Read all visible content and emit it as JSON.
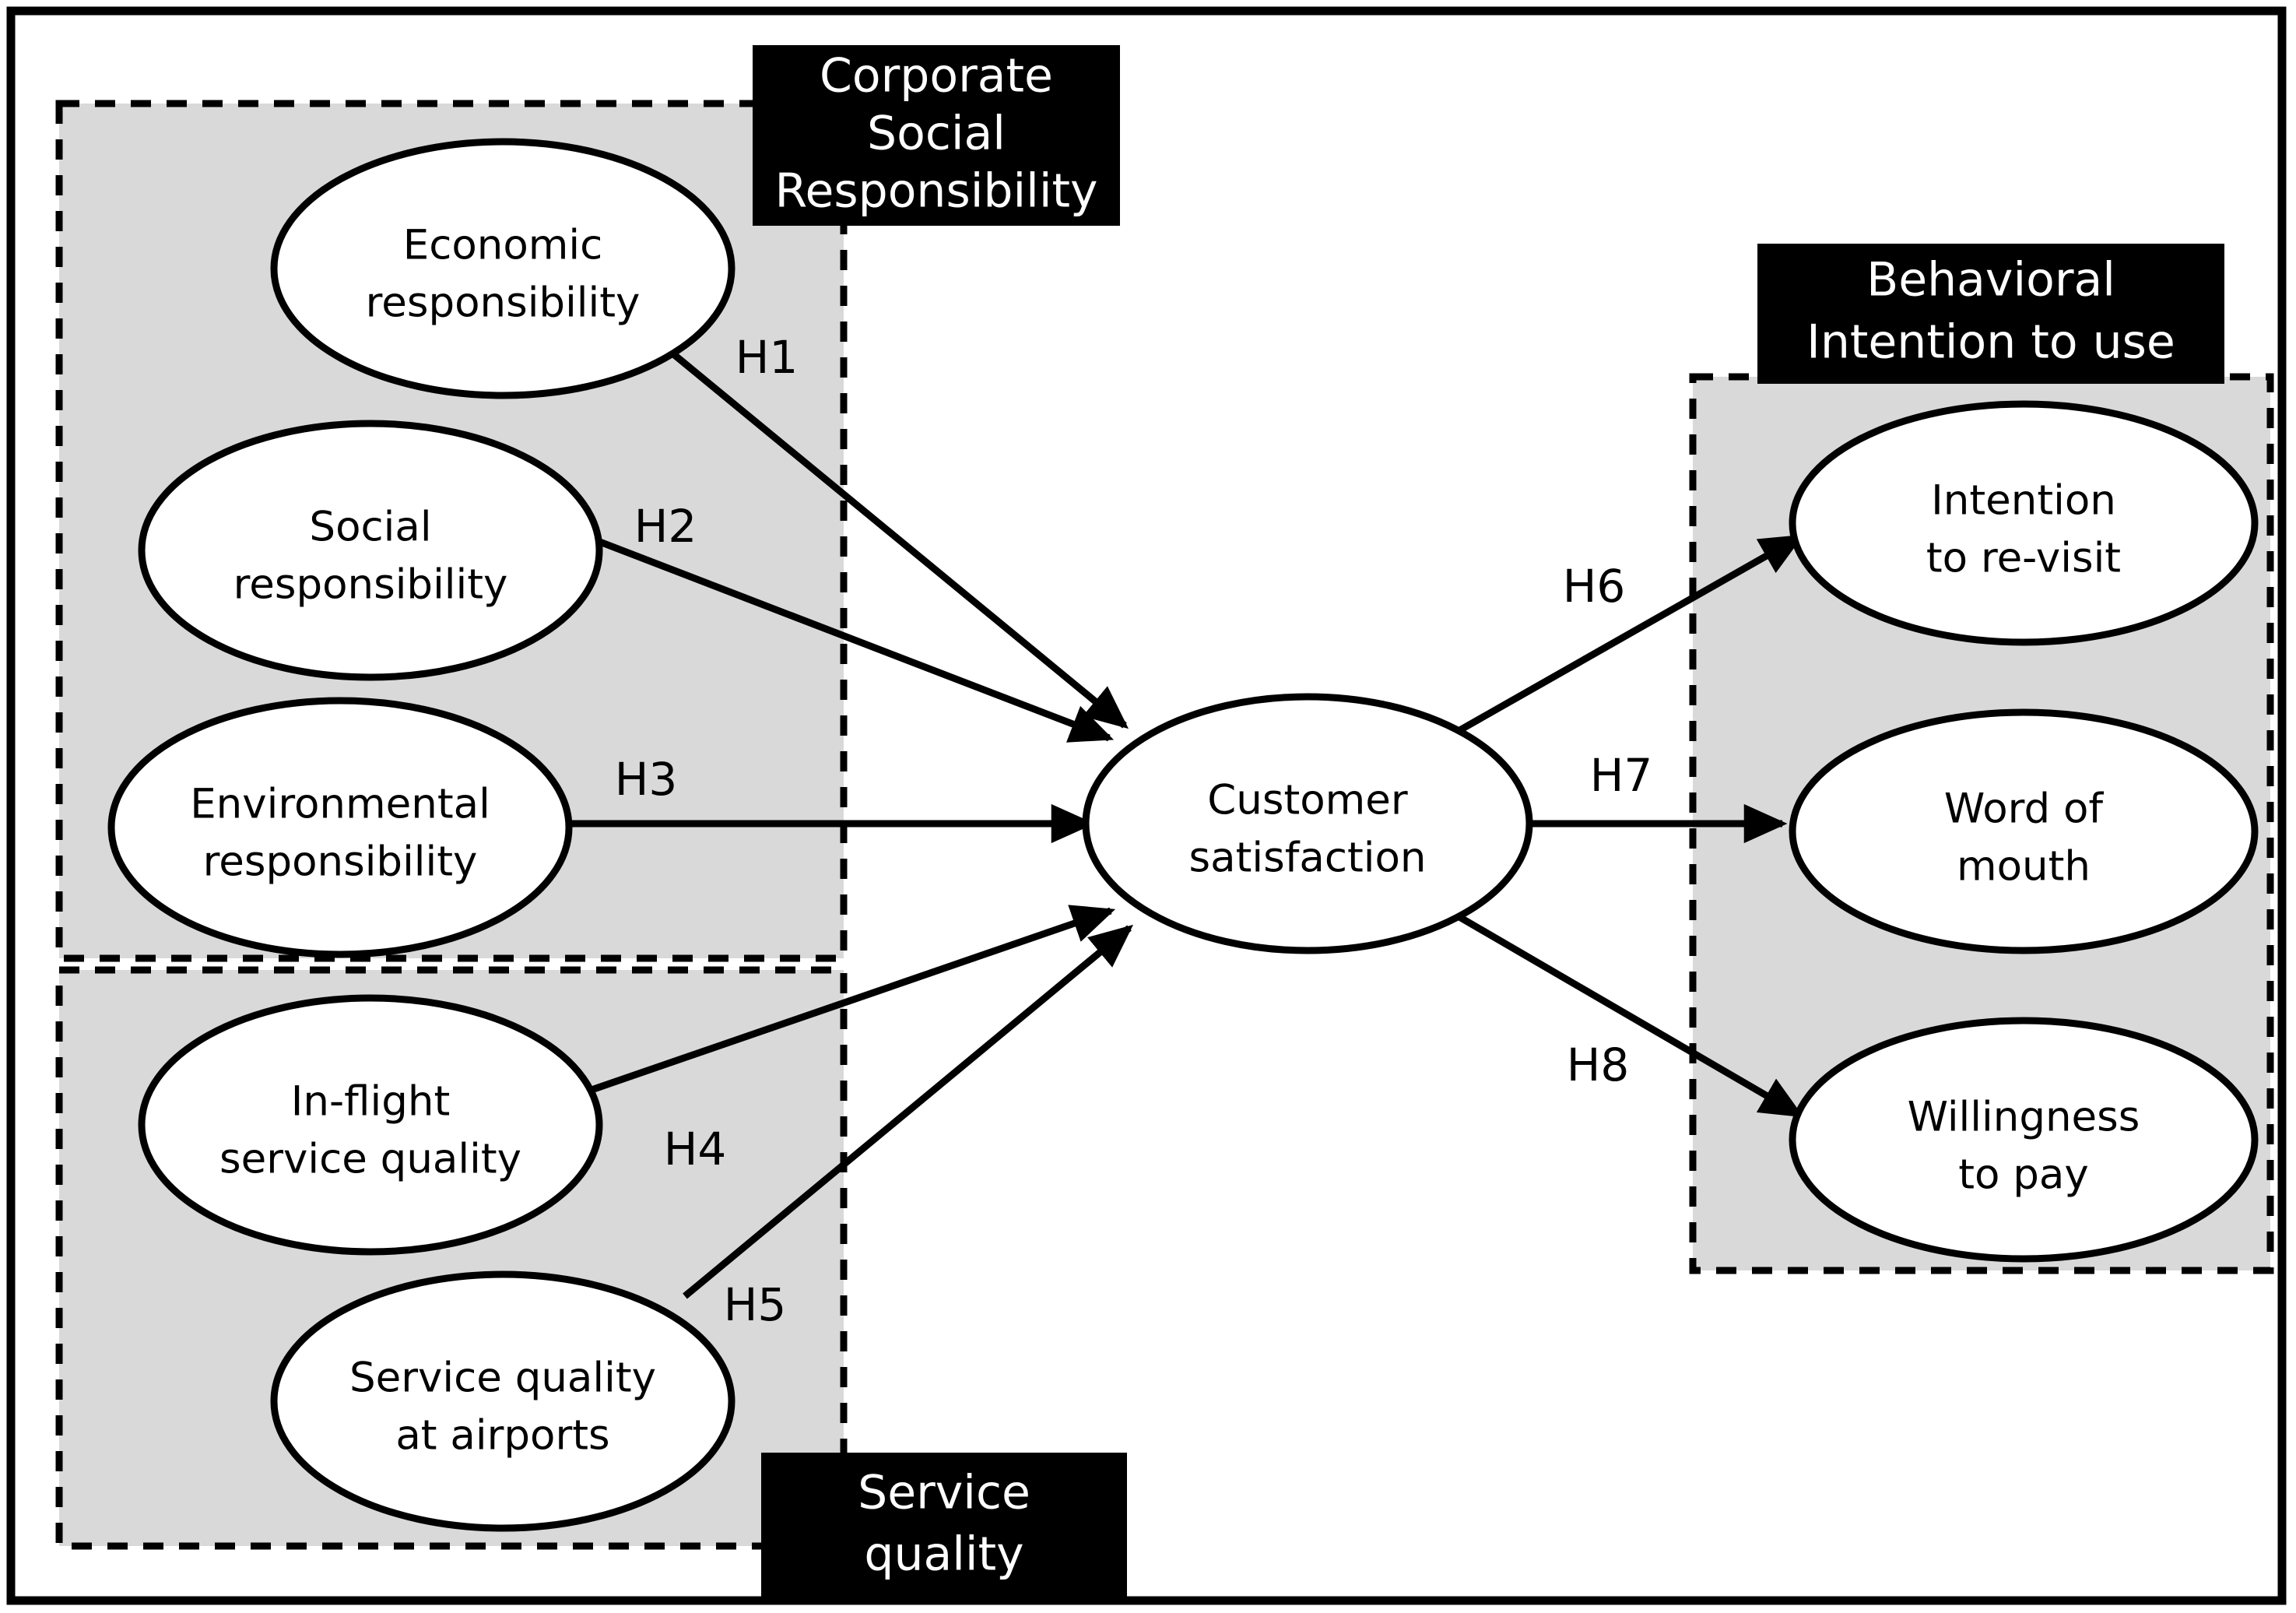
{
  "figure": {
    "type": "research-model-diagram",
    "outer_frame": true,
    "background_color": "#ffffff",
    "panel_fill_color": "#d9d9d9",
    "header_fill_color": "#000000",
    "header_text_color": "#ffffff",
    "stroke_color": "#000000"
  },
  "groups": [
    {
      "id": "csr",
      "label": "Corporate\nSocial\nResponsibility",
      "label_lines": [
        "Corporate",
        "Social",
        "Responsibility"
      ],
      "line1": "Corporate",
      "line2": "Social",
      "line3": "Responsibility"
    },
    {
      "id": "service-quality",
      "label": "Service\nquality",
      "label_lines": [
        "Service",
        "quality"
      ],
      "line1": "Service",
      "line2": "quality"
    },
    {
      "id": "behavioral-intention",
      "label": "Behavioral\nIntention to use",
      "label_lines": [
        "Behavioral",
        "Intention to use"
      ],
      "line1": "Behavioral",
      "line2": "Intention to use"
    }
  ],
  "nodes": [
    {
      "id": "economic-responsibility",
      "group": "csr",
      "line1": "Economic",
      "line2": "responsibility"
    },
    {
      "id": "social-responsibility",
      "group": "csr",
      "line1": "Social",
      "line2": "responsibility"
    },
    {
      "id": "environmental-responsibility",
      "group": "csr",
      "line1": "Environmental",
      "line2": "responsibility"
    },
    {
      "id": "in-flight-service-quality",
      "group": "service-quality",
      "line1": "In-flight",
      "line2": "service quality"
    },
    {
      "id": "service-quality-at-airports",
      "group": "service-quality",
      "line1": "Service quality",
      "line2": "at airports"
    },
    {
      "id": "customer-satisfaction",
      "group": "center",
      "line1": "Customer",
      "line2": "satisfaction"
    },
    {
      "id": "intention-to-re-visit",
      "group": "behavioral-intention",
      "line1": "Intention",
      "line2": "to re-visit"
    },
    {
      "id": "word-of-mouth",
      "group": "behavioral-intention",
      "line1": "Word of",
      "line2": "mouth"
    },
    {
      "id": "willingness-to-pay",
      "group": "behavioral-intention",
      "line1": "Willingness",
      "line2": "to pay"
    }
  ],
  "hypotheses": [
    {
      "id": "h1",
      "label": "H1",
      "from": "economic-responsibility",
      "to": "customer-satisfaction"
    },
    {
      "id": "h2",
      "label": "H2",
      "from": "social-responsibility",
      "to": "customer-satisfaction"
    },
    {
      "id": "h3",
      "label": "H3",
      "from": "environmental-responsibility",
      "to": "customer-satisfaction"
    },
    {
      "id": "h4",
      "label": "H4",
      "from": "in-flight-service-quality",
      "to": "customer-satisfaction"
    },
    {
      "id": "h5",
      "label": "H5",
      "from": "service-quality-at-airports",
      "to": "customer-satisfaction"
    },
    {
      "id": "h6",
      "label": "H6",
      "from": "customer-satisfaction",
      "to": "intention-to-re-visit"
    },
    {
      "id": "h7",
      "label": "H7",
      "from": "customer-satisfaction",
      "to": "word-of-mouth"
    },
    {
      "id": "h8",
      "label": "H8",
      "from": "customer-satisfaction",
      "to": "willingness-to-pay"
    }
  ]
}
